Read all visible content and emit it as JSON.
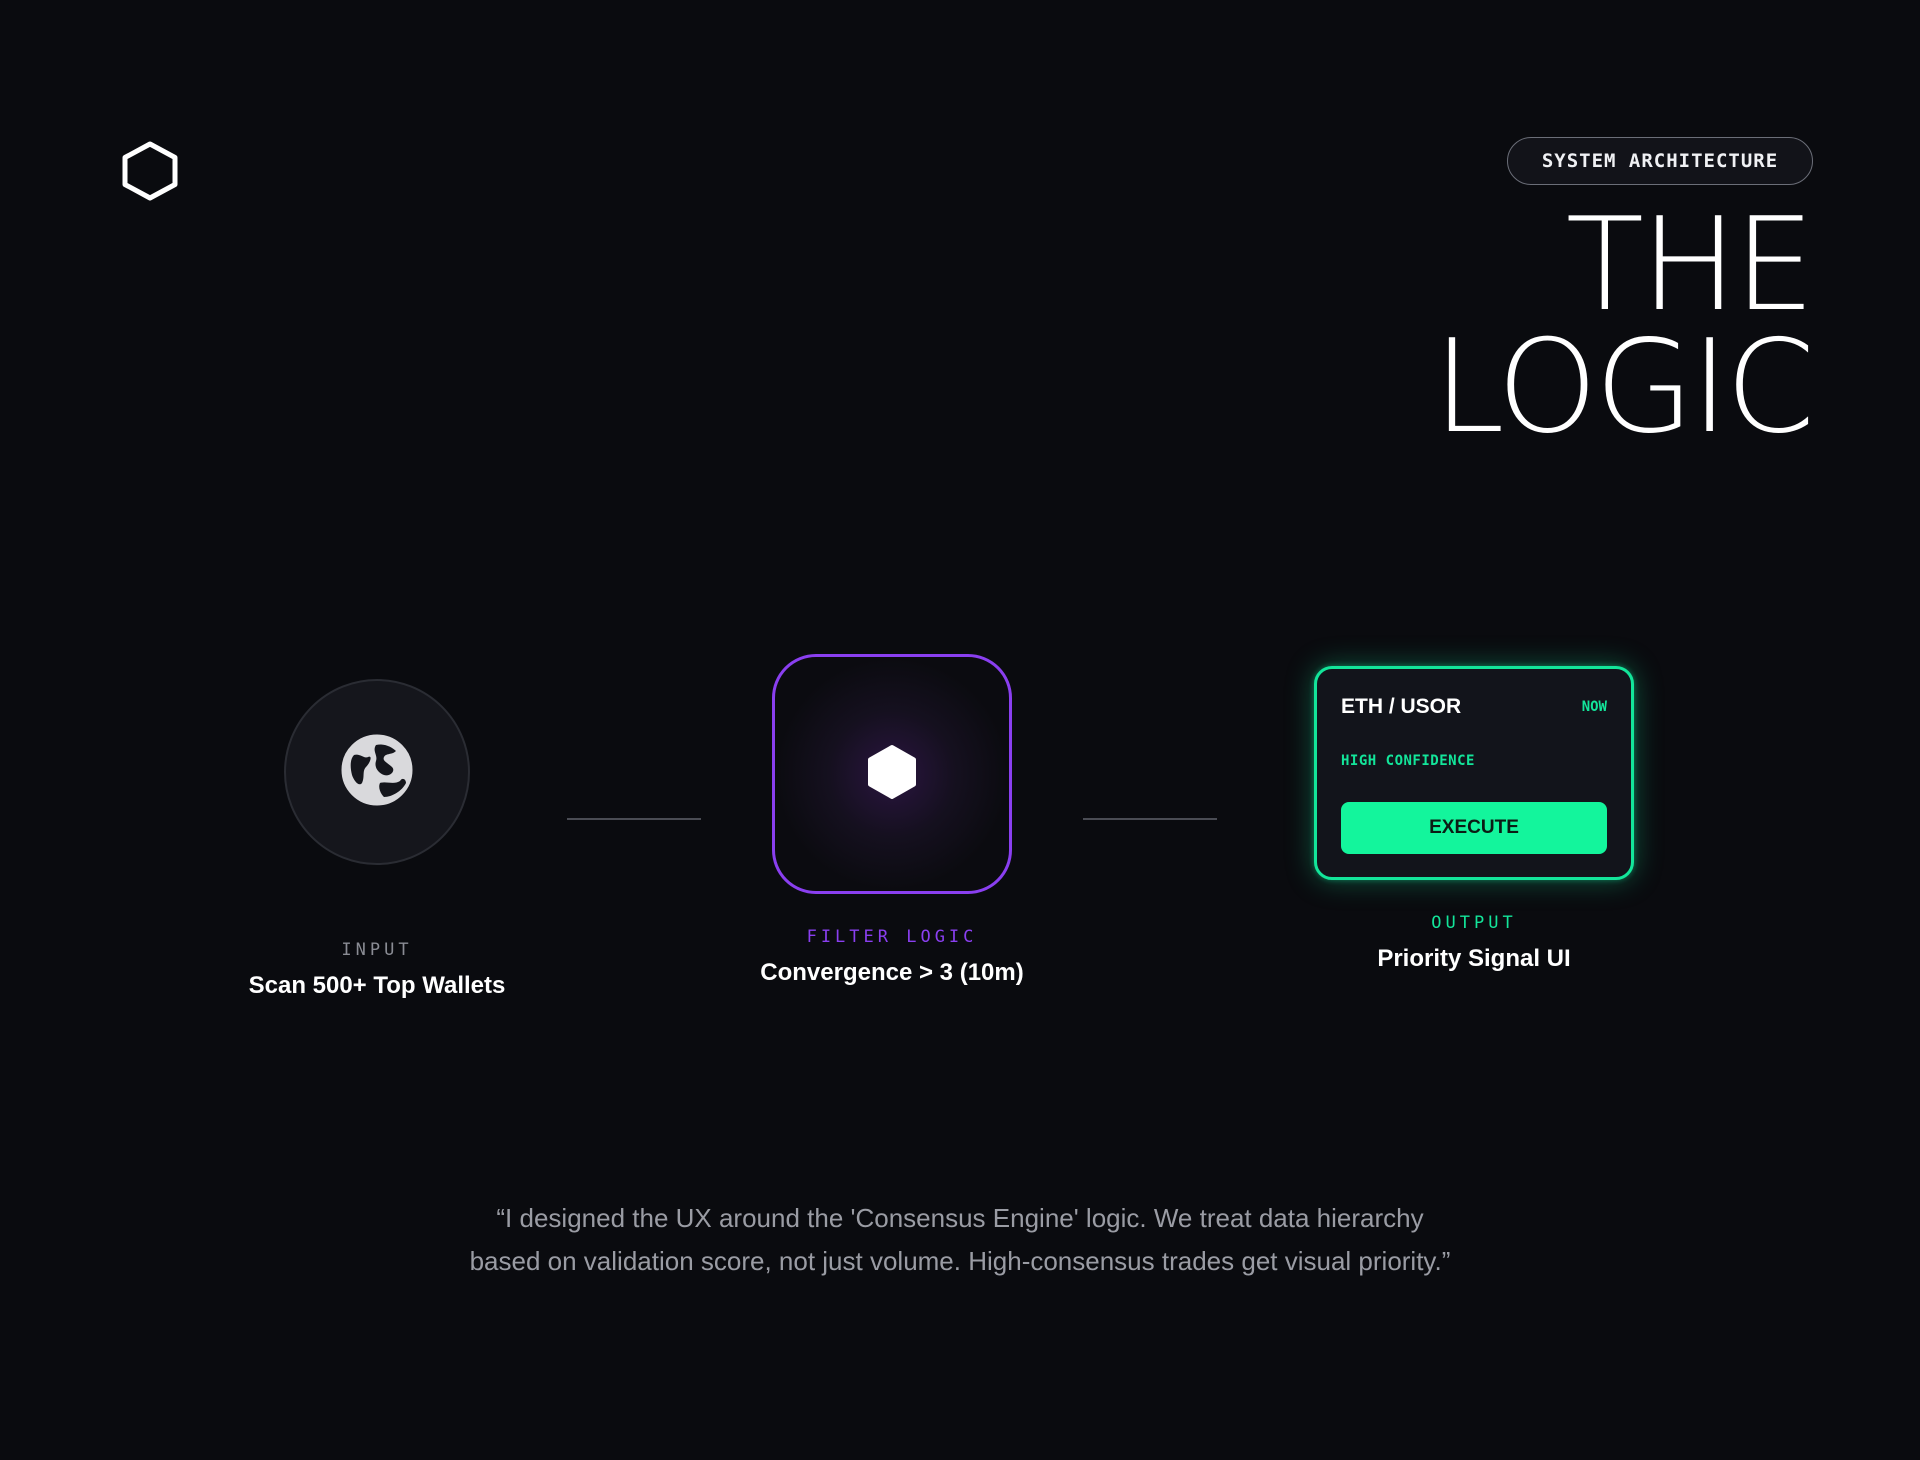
{
  "header": {
    "logo_icon": "hexagon-outline-icon",
    "badge": "SYSTEM ARCHITECTURE",
    "title_line1": "THE",
    "title_line2": "LOGIC"
  },
  "flow": {
    "input": {
      "icon": "globe-icon",
      "kicker": "INPUT",
      "description": "Scan 500+ Top Wallets"
    },
    "filter": {
      "icon": "hexagon-filled-icon",
      "kicker": "FILTER LOGIC",
      "description": "Convergence > 3 (10m)"
    },
    "output": {
      "kicker": "OUTPUT",
      "description": "Priority Signal UI",
      "card": {
        "pair": "ETH / USOR",
        "time": "NOW",
        "confidence": "HIGH CONFIDENCE",
        "action_label": "EXECUTE"
      }
    }
  },
  "quote": "“I designed the UX around the 'Consensus Engine' logic. We treat data hierarchy based on validation score, not just volume. High-consensus trades get visual priority.”",
  "colors": {
    "background": "#0a0b0f",
    "accent_purple": "#8a3ff0",
    "accent_green": "#13e59a",
    "muted_text": "#9a9ca4"
  }
}
